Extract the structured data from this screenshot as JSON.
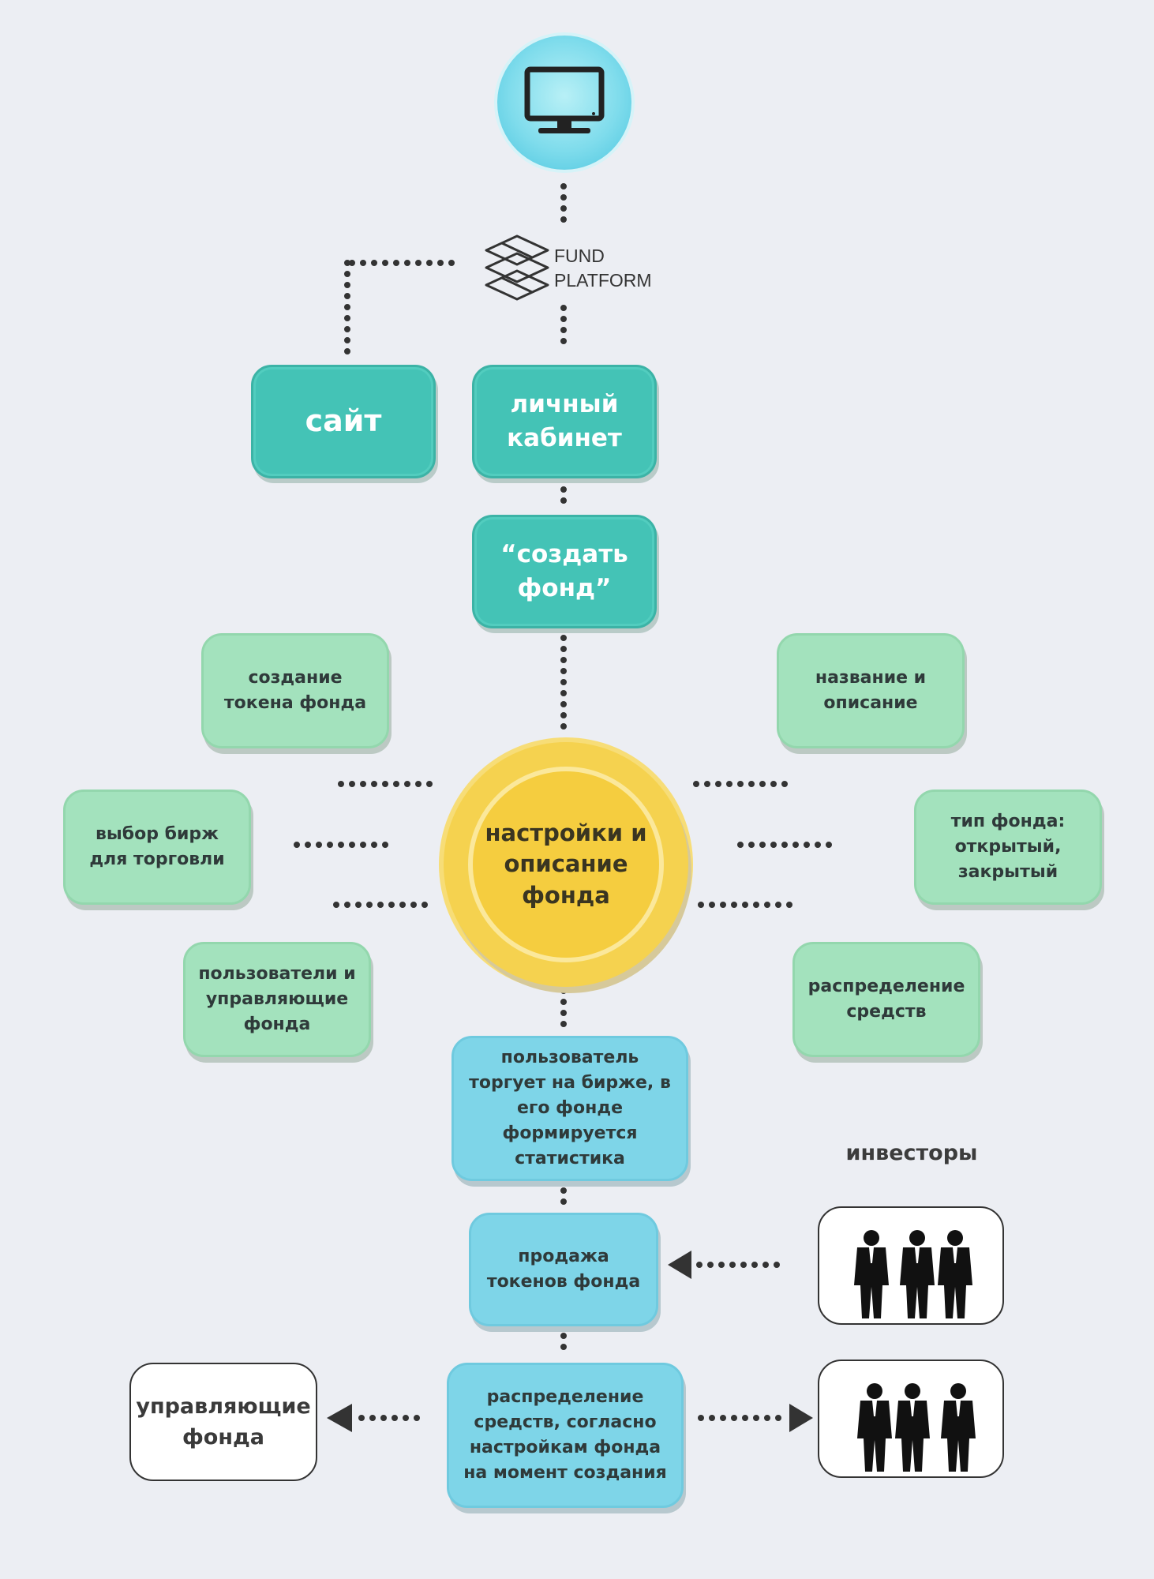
{
  "logo": {
    "line1": "FUND",
    "line2": "PLATFORM"
  },
  "nodes": {
    "site": "сайт",
    "cabinet": "личный кабинет",
    "create": "“создать фонд”",
    "hub": "настройки и описание фонда",
    "token": "создание токена фонда",
    "exchanges": "выбор бирж для торговли",
    "users": "пользователи и управляющие фонда",
    "name": "название и описание",
    "type": "тип фонда: открытый, закрытый",
    "distribution": "распределение средств",
    "trading": "пользователь торгует на бирже, в его фонде формируется статистика",
    "sale": "продажа токенов фонда",
    "final": "распределение средств, согласно настройкам фонда на момент создания",
    "managers": "управляющие фонда"
  },
  "investors_label": "инвесторы",
  "icons": {
    "top": "computer-monitor-icon",
    "logo": "stacked-layers-icon",
    "people": "businessmen-silhouette-icon",
    "arrow": "arrow-head-icon"
  },
  "colors": {
    "teal": "#44c3b6",
    "mint": "#a3e2bd",
    "sky": "#7ed5e8",
    "hub": "#f5d24f",
    "dots": "#333333"
  }
}
